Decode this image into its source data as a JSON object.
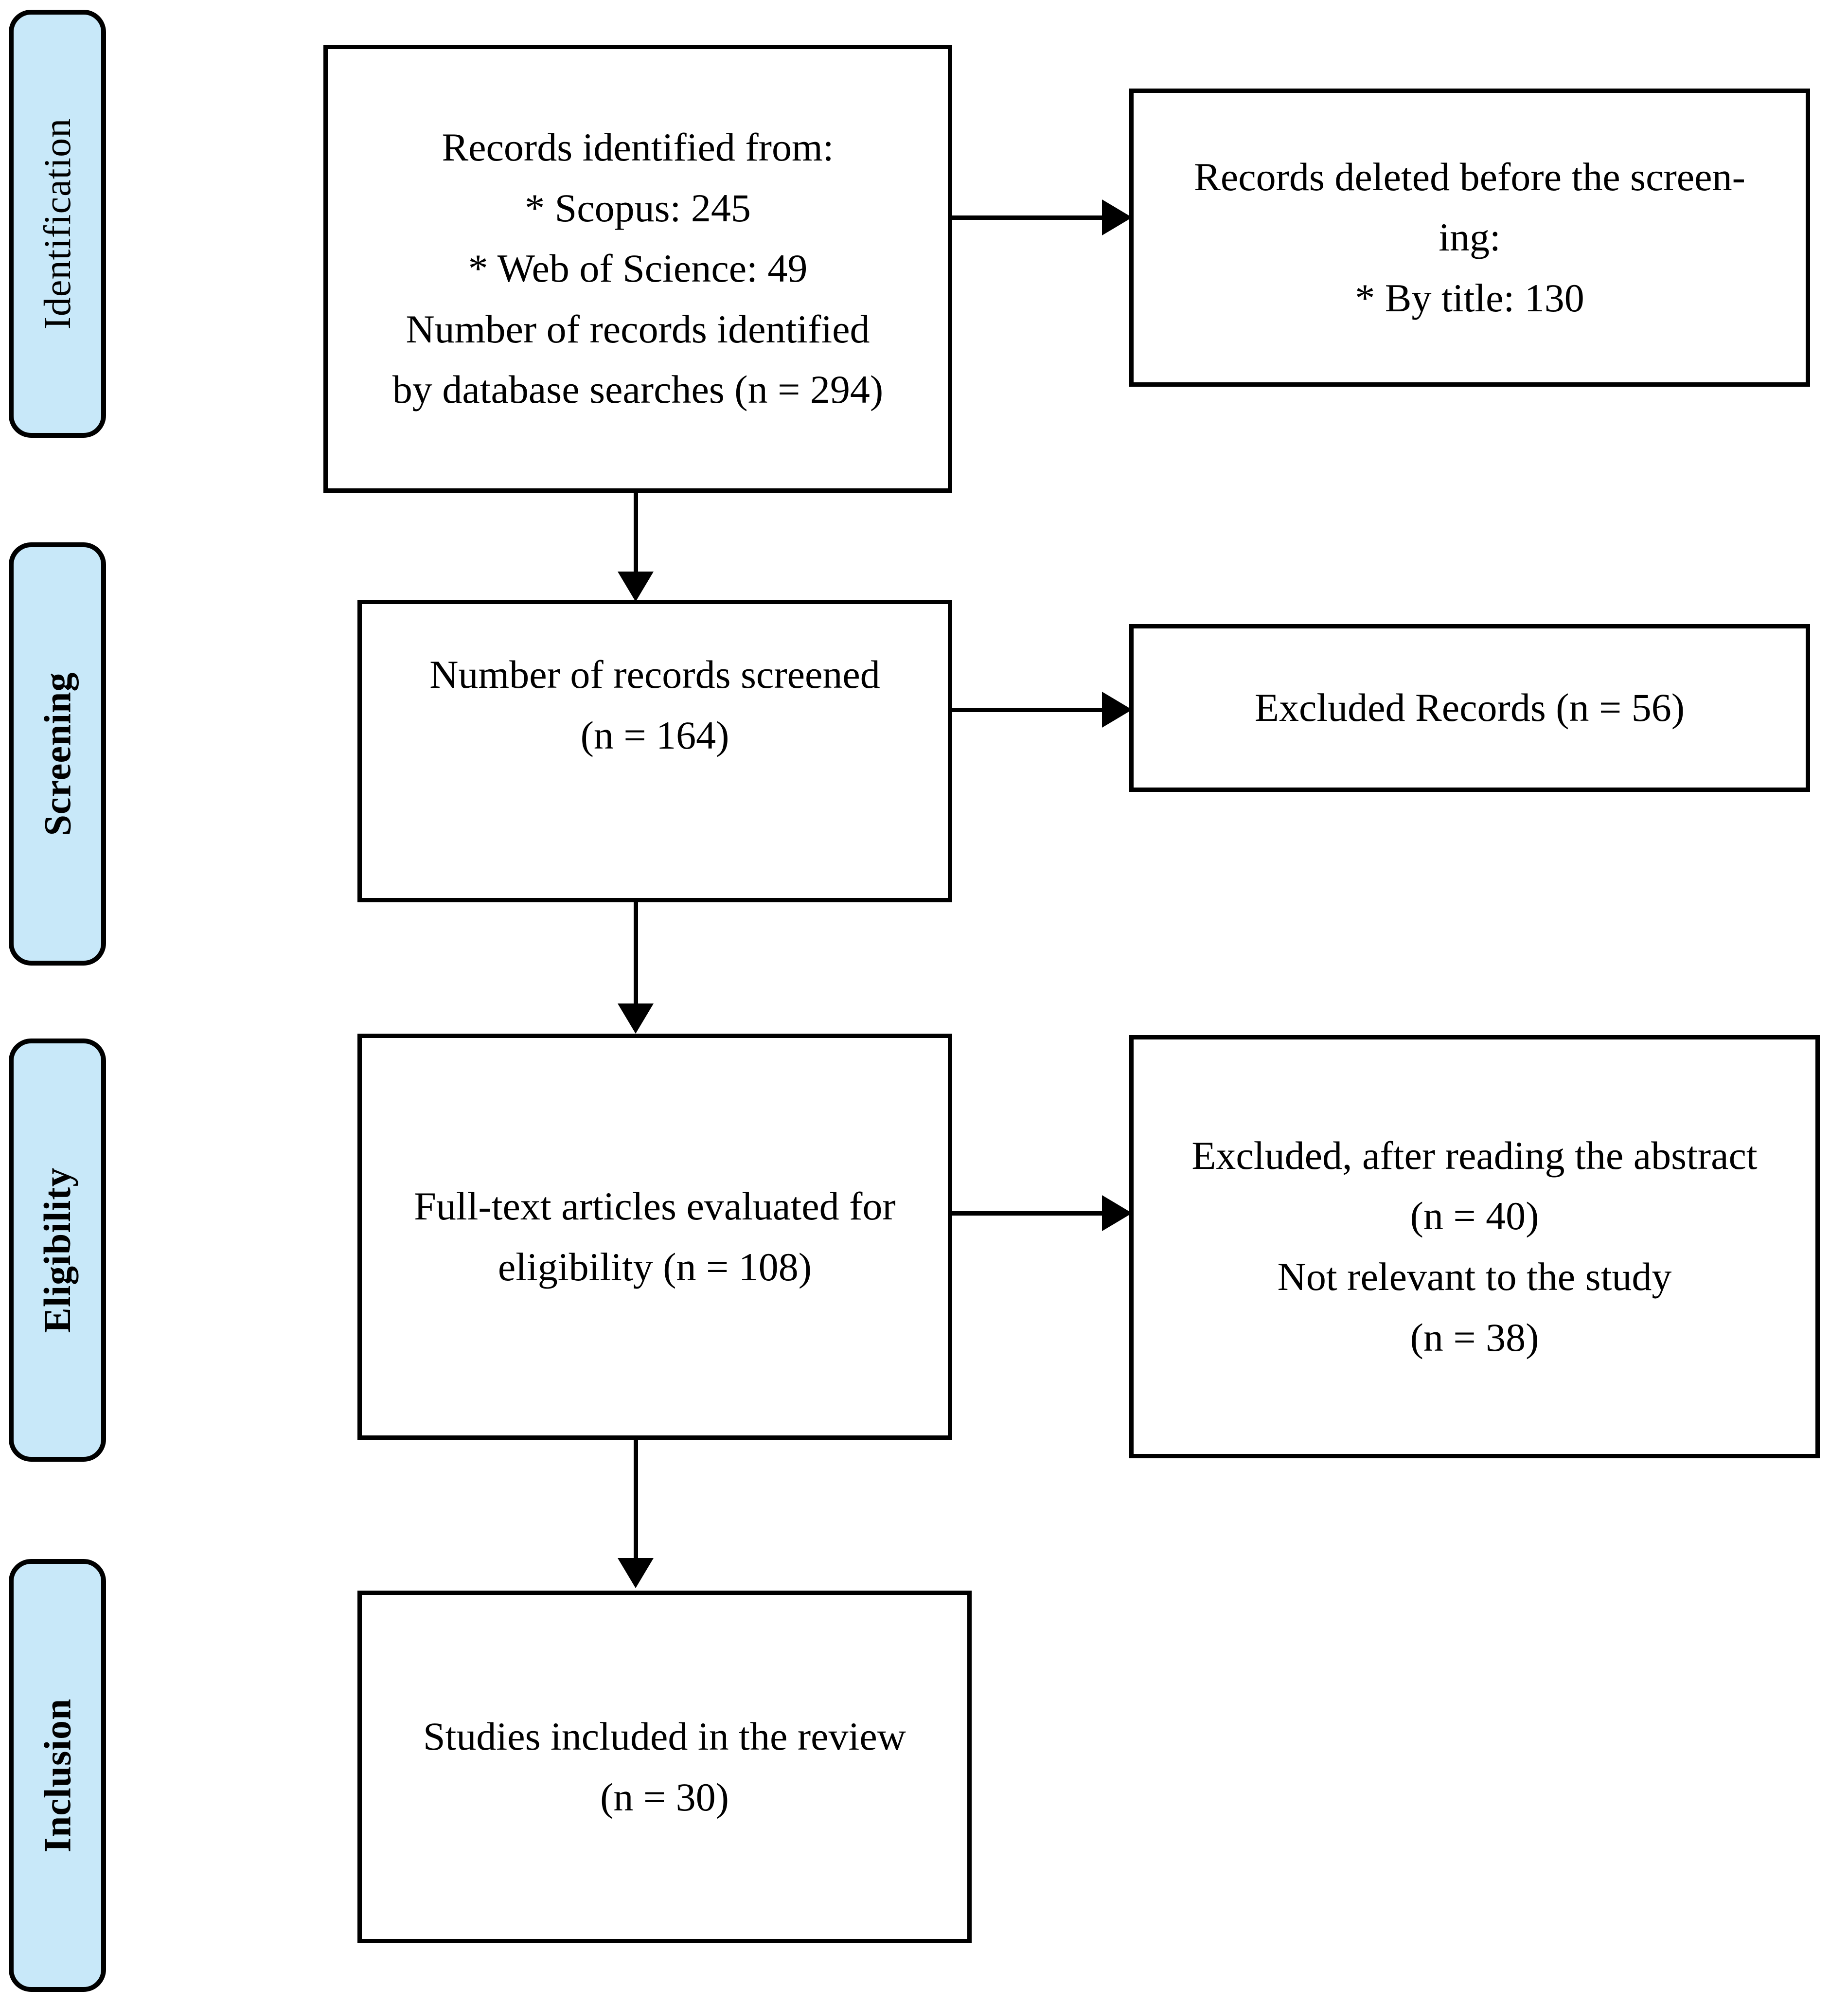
{
  "diagram": {
    "title": "PRISMA flow diagram",
    "type": "prisma-flow-diagram",
    "colors": {
      "stage_pill_fill": "#c8e8f9",
      "stroke": "#000000",
      "box_fill": "#ffffff",
      "background": "#ffffff"
    }
  },
  "stages": [
    {
      "id": "identification",
      "label": "Identification",
      "bold": false
    },
    {
      "id": "screening",
      "label": "Screening",
      "bold": true
    },
    {
      "id": "eligibility",
      "label": "Eligibility",
      "bold": true
    },
    {
      "id": "inclusion",
      "label": "Inclusion",
      "bold": true
    }
  ],
  "boxes": {
    "identified": {
      "id": "records-identified",
      "lines": [
        "Records identified from:",
        "* Scopus: 245",
        "* Web of Science: 49",
        "Number of records identified",
        "by database searches (n = 294)"
      ]
    },
    "deleted": {
      "id": "records-deleted",
      "lines": [
        "Records deleted before the screen-",
        "ing:",
        "* By title: 130"
      ]
    },
    "screened": {
      "id": "records-screened",
      "lines": [
        "Number of records screened",
        "(n = 164)"
      ]
    },
    "excluded_records": {
      "id": "excluded-records",
      "lines": [
        "Excluded Records (n = 56)"
      ]
    },
    "fulltext": {
      "id": "fulltext-evaluated",
      "lines": [
        "Full-text articles evaluated for",
        "eligibility (n = 108)"
      ]
    },
    "excluded_abstract": {
      "id": "excluded-after-abstract",
      "lines": [
        "Excluded, after reading the abstract",
        "(n = 40)",
        "Not relevant to the study",
        "(n = 38)"
      ]
    },
    "included": {
      "id": "studies-included",
      "lines": [
        "Studies included in the review",
        "(n = 30)"
      ]
    }
  },
  "chart_data": {
    "type": "diagram",
    "title": "PRISMA flow diagram",
    "nodes": [
      {
        "id": "identified",
        "stage": "Identification",
        "n": 294,
        "sources": {
          "Scopus": 245,
          "Web of Science": 49
        }
      },
      {
        "id": "deleted",
        "stage": "Identification",
        "by_title": 130
      },
      {
        "id": "screened",
        "stage": "Screening",
        "n": 164
      },
      {
        "id": "excluded_records",
        "stage": "Screening",
        "n": 56
      },
      {
        "id": "fulltext",
        "stage": "Eligibility",
        "n": 108
      },
      {
        "id": "excluded_abstract",
        "stage": "Eligibility",
        "after_abstract": 40,
        "not_relevant": 38
      },
      {
        "id": "included",
        "stage": "Inclusion",
        "n": 30
      }
    ],
    "edges": [
      {
        "from": "identified",
        "to": "deleted",
        "direction": "right"
      },
      {
        "from": "identified",
        "to": "screened",
        "direction": "down"
      },
      {
        "from": "screened",
        "to": "excluded_records",
        "direction": "right"
      },
      {
        "from": "screened",
        "to": "fulltext",
        "direction": "down"
      },
      {
        "from": "fulltext",
        "to": "excluded_abstract",
        "direction": "right"
      },
      {
        "from": "fulltext",
        "to": "included",
        "direction": "down"
      }
    ]
  }
}
